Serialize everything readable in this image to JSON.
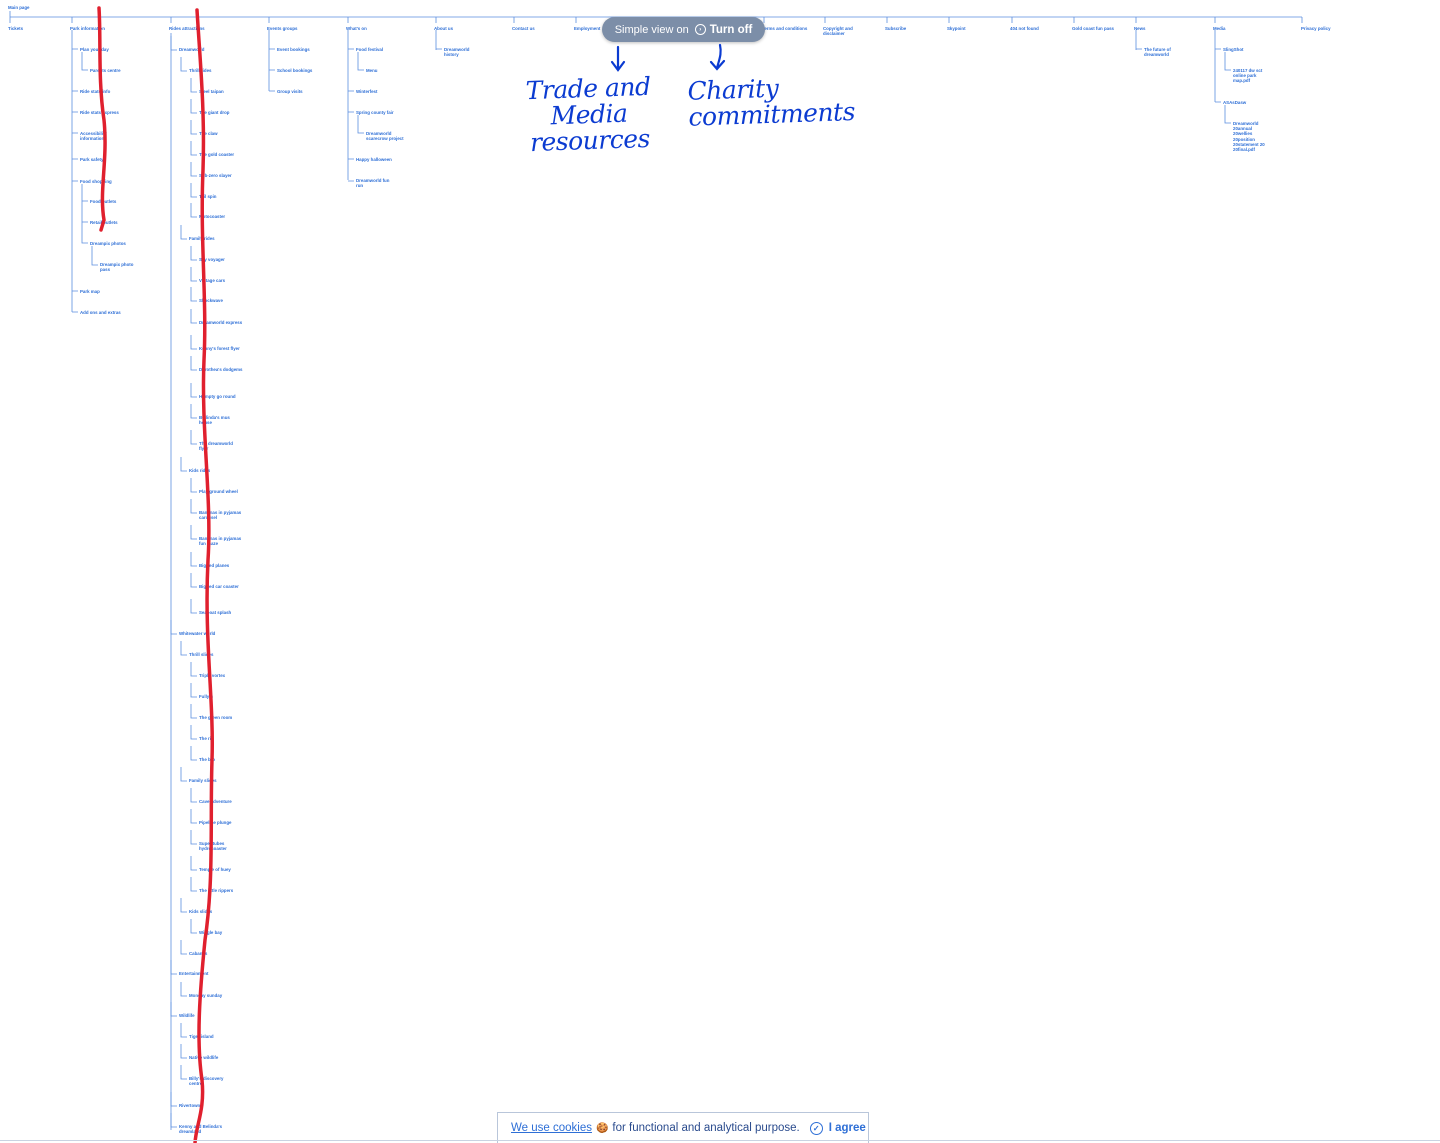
{
  "sitemap": {
    "root": "Main page",
    "top_level": [
      "Tickets",
      "Park information",
      "Rides attractions",
      "Events groups",
      "What's on",
      "About us",
      "Contact us",
      "Employment",
      "Terms and conditions",
      "Copyright and disclaimer",
      "Subscribe",
      "Skypoint",
      "404 not found",
      "Gold coast fun pass",
      "News",
      "Media",
      "Privacy policy"
    ],
    "park_information": [
      "Plan your day",
      "Parents centre",
      "Ride stats info",
      "Ride stats express",
      "Accessibility information",
      "Park safety",
      "Food shopping",
      "Food outlets",
      "Retail outlets",
      "Dreampix photos",
      "Dreampix photo pass",
      "Park map",
      "Add ons and extras"
    ],
    "rides_attractions": [
      "Dreamworld",
      "Thrill rides",
      "Steel taipan",
      "The giant drop",
      "The claw",
      "The gold coaster",
      "Sub-zero slayer",
      "Tail spin",
      "Motocoaster",
      "Family rides",
      "Sky voyager",
      "Vintage cars",
      "Shockwave",
      "Dreamworld express",
      "Kenny's forest flyer",
      "Dorothea's dodgems",
      "Humpty go round",
      "Bellinda's mus house",
      "The dreamworld flyer",
      "Kids rides",
      "Play ground wheel",
      "Bananas in pyjamas carousel",
      "Bananas in pyjamas fun maze",
      "Big red planes",
      "Big red car coaster",
      "Seaboat splash",
      "Whitewater world",
      "Thrill slides",
      "Triple vortex",
      "Fully 6",
      "The green room",
      "The rip",
      "The bro",
      "Family slides",
      "Cave adventure",
      "Pipeline plunge",
      "Super tubes hydrocoaster",
      "Temple of huey",
      "The little rippers",
      "Kids slides",
      "Wiggle bay",
      "Cabanas",
      "Entertainment",
      "Monday sunday",
      "Wildlife",
      "Tiger island",
      "Native wildlife",
      "Billy's discovery centre",
      "Rivertown",
      "Kenny and Belinda's dreamland"
    ],
    "events_groups": [
      "Event bookings",
      "School bookings",
      "Group visits"
    ],
    "whats_on": [
      "Food festival",
      "Menu",
      "Winterfest",
      "Spring county fair",
      "Dreamworld scarecrow project",
      "Happy halloween",
      "Dreamworld fun run"
    ],
    "about_us": [
      "Dreamworld history"
    ],
    "news": [
      "The future of dreamworld"
    ],
    "media": [
      "SlingShot",
      "240117 dw sct online park map.pdf",
      "ASAsDasw",
      "Dreamworld 20annual 20wellies 20position 20statement 20 20final.pdf"
    ]
  },
  "simple_view": {
    "label": "Simple view on",
    "button": "Turn off"
  },
  "annotations": {
    "left_note": "Trade and Media resources",
    "right_note": "Charity commitments"
  },
  "cookie_banner": {
    "link_text": "We use cookies",
    "emoji": "🍪",
    "text": "for functional and analytical purpose.",
    "button": "I agree"
  },
  "colors": {
    "link_blue": "#2e6fd6",
    "tree_line": "#5b8fe0",
    "scribble_red": "#e0202e",
    "pen_blue": "#0b3bd1",
    "pill_bg": "#7c8ea8"
  }
}
